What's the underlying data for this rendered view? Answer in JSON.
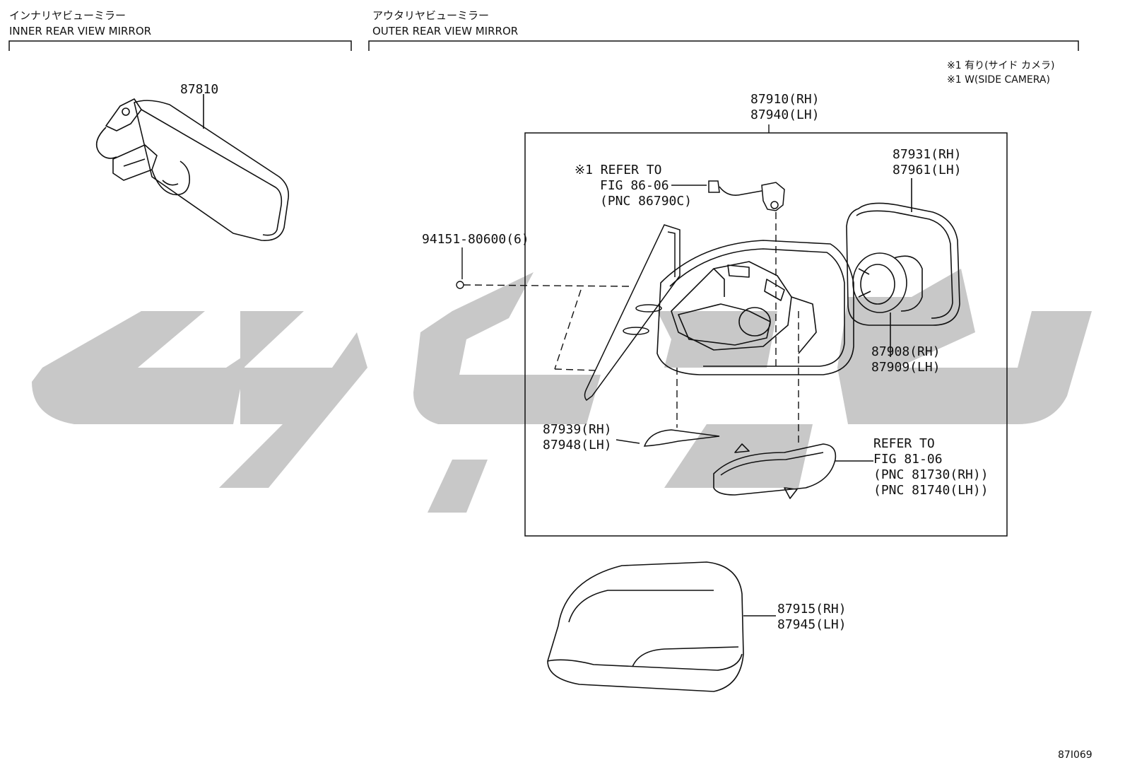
{
  "sections": {
    "inner": {
      "title_jp": "インナリヤビューミラー",
      "title_en": "INNER REAR VIEW MIRROR"
    },
    "outer": {
      "title_jp": "アウタリヤビューミラー",
      "title_en": "OUTER REAR VIEW MIRROR"
    }
  },
  "notes": {
    "line1": "※1 有り(サイド カメラ)",
    "line2": "※1 W(SIDE CAMERA)"
  },
  "parts": {
    "p87810": "87810",
    "p87910": [
      "87910(RH)",
      "87940(LH)"
    ],
    "p87931": [
      "87931(RH)",
      "87961(LH)"
    ],
    "p94151": "94151-80600(6)",
    "ref_camera": [
      "※1 REFER TO",
      "FIG 86-06",
      "(PNC 86790C)"
    ],
    "p87908": [
      "87908(RH)",
      "87909(LH)"
    ],
    "p87939": [
      "87939(RH)",
      "87948(LH)"
    ],
    "ref_lamp": [
      "REFER TO",
      "FIG 81-06",
      "(PNC 81730(RH))",
      "(PNC 81740(LH))"
    ],
    "p87915": [
      "87915(RH)",
      "87945(LH)"
    ]
  },
  "figure_id": "87I069",
  "colors": {
    "line": "#111111",
    "watermark": "#c8c8c8",
    "background": "#ffffff"
  }
}
